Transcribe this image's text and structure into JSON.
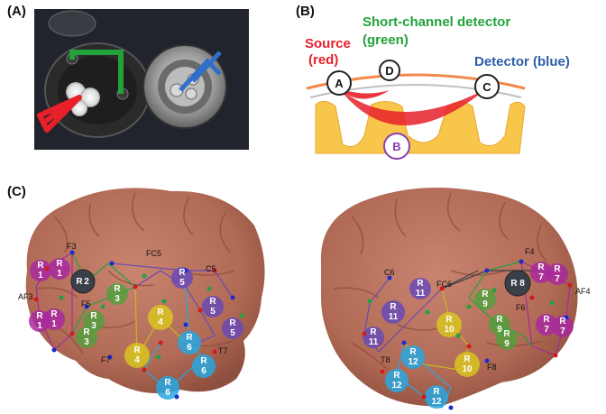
{
  "panels": {
    "a": "(A)",
    "b": "(B)",
    "c": "(C)"
  },
  "panel_b": {
    "source_line1": "Source",
    "source_line2": "(red)",
    "short_line1": "Short-channel detector",
    "short_line2": "(green)",
    "detector": "Detector (blue)",
    "node_a": "A",
    "node_b": "B",
    "node_c": "C",
    "node_d": "D"
  },
  "colors": {
    "source": "#e8202a",
    "short_channel": "#22a33a",
    "detector": "#2f5ea8",
    "brain": "#b76e5a",
    "scalp": "#f0894a",
    "cortex": "#f7c64a"
  },
  "left_brain": {
    "optode_labels": {
      "f3": "F3",
      "f5": "F5",
      "f7": "F7",
      "fc5": "FC5",
      "c5": "C5",
      "t7": "T7",
      "af3": "AF3"
    },
    "regions": {
      "r1a_top": "R",
      "r1a_bot": "1",
      "r1b_top": "R",
      "r1b_bot": "1",
      "r1c_top": "R",
      "r1c_bot": "1",
      "r1d_top": "R",
      "r1d_bot": "1",
      "r2_top": "R",
      "r2_bot": "2",
      "r3a_top": "R",
      "r3a_bot": "3",
      "r3b_top": "R",
      "r3b_bot": "3",
      "r3c_top": "R",
      "r3c_bot": "3",
      "r4a_top": "R",
      "r4a_bot": "4",
      "r4b_top": "R",
      "r4b_bot": "4",
      "r5a_top": "R",
      "r5a_bot": "5",
      "r5b_top": "R",
      "r5b_bot": "5",
      "r5c_top": "R",
      "r5c_bot": "5",
      "r6a_top": "R",
      "r6a_bot": "6",
      "r6b_top": "R",
      "r6b_bot": "6",
      "r6c_top": "R",
      "r6c_bot": "6"
    }
  },
  "right_brain": {
    "optode_labels": {
      "c6": "C6",
      "fc6": "FC6",
      "f4": "F4",
      "f6": "F6",
      "af4": "AF4",
      "t8": "T8",
      "f8": "F8"
    },
    "regions": {
      "r11a_top": "R",
      "r11a_bot": "11",
      "r11b_top": "R",
      "r11b_bot": "11",
      "r11c_top": "R",
      "r11c_bot": "11",
      "r8_top": "R",
      "r8_bot": "8",
      "r7a_top": "R",
      "r7a_bot": "7",
      "r7b_top": "R",
      "r7b_bot": "7",
      "r7c_top": "R",
      "r7c_bot": "7",
      "r7d_top": "R",
      "r7d_bot": "7",
      "r9a_top": "R",
      "r9a_bot": "9",
      "r9b_top": "R",
      "r9b_bot": "9",
      "r9c_top": "R",
      "r9c_bot": "9",
      "r10a_top": "R",
      "r10a_bot": "10",
      "r10b_top": "R",
      "r10b_bot": "10",
      "r12a_top": "R",
      "r12a_bot": "12",
      "r12b_top": "R",
      "r12b_bot": "12",
      "r12c_top": "R",
      "r12c_bot": "12"
    }
  }
}
